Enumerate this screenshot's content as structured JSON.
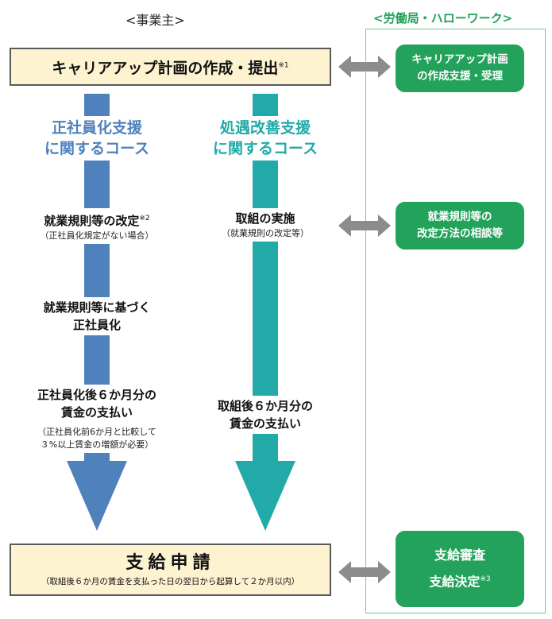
{
  "headings": {
    "employer": "<事業主>",
    "government": "<労働局・ハローワーク>"
  },
  "plan_box": {
    "title": "キャリアアップ計画の作成・提出",
    "note_mark": "※1"
  },
  "courses": {
    "regular": {
      "title_line1": "正社員化支援",
      "title_line2": "に関するコース",
      "step1": "就業規則等の改定",
      "step1_mark": "※2",
      "step1_note": "（正社員化規定がない場合）",
      "step2_line1": "就業規則等に基づく",
      "step2_line2": "正社員化",
      "step3_line1": "正社員化後６か月分の",
      "step3_line2": "賃金の支払い",
      "step3_note_line1": "（正社員化前6か月と比較して",
      "step3_note_line2": "３%以上賃金の増額が必要）"
    },
    "treatment": {
      "title_line1": "処遇改善支援",
      "title_line2": "に関するコース",
      "step1": "取組の実施",
      "step1_note": "（就業規則の改定等）",
      "step2_line1": "取組後６か月分の",
      "step2_line2": "賃金の支払い"
    }
  },
  "apply_box": {
    "title": "支給申請",
    "note": "（取組後６か月の賃金を支払った日の翌日から起算して２か月以内）"
  },
  "gov_boxes": {
    "plan_support_line1": "キャリアアップ計画",
    "plan_support_line2": "の作成支援・受理",
    "rules_consult_line1": "就業規則等の",
    "rules_consult_line2": "改定方法の相談等",
    "review_line1": "支給審査",
    "review_line2": "支給決定",
    "review_mark": "※3"
  },
  "colors": {
    "regular_course": "#4f81bd",
    "treatment_course": "#21aaa8",
    "government": "#22a25a",
    "yellow_box": "#fdf3d1",
    "double_arrow": "#8c8c8c"
  }
}
